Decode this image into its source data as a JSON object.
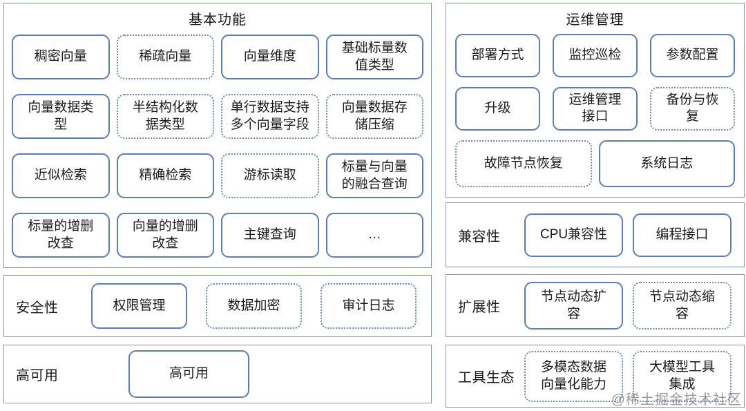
{
  "colors": {
    "panel_border": "#7c92bf",
    "box_border": "#5b7db8",
    "text": "#1b1b1d",
    "watermark": "#7d7d7d"
  },
  "watermark": "@稀土掘金技术社区",
  "left": {
    "basic": {
      "title": "基本功能",
      "items": [
        {
          "label": "稠密向量",
          "style": "solid"
        },
        {
          "label": "稀疏向量",
          "style": "dotted"
        },
        {
          "label": "向量维度",
          "style": "solid"
        },
        {
          "label": "基础标量数\n值类型",
          "style": "solid"
        },
        {
          "label": "向量数据类\n型",
          "style": "solid"
        },
        {
          "label": "半结构化数\n据类型",
          "style": "dotted"
        },
        {
          "label": "单行数据支持\n多个向量字段",
          "style": "dotted"
        },
        {
          "label": "向量数据存\n储压缩",
          "style": "dotted"
        },
        {
          "label": "近似检索",
          "style": "solid"
        },
        {
          "label": "精确检索",
          "style": "solid"
        },
        {
          "label": "游标读取",
          "style": "dotted"
        },
        {
          "label": "标量与向量\n的融合查询",
          "style": "solid"
        },
        {
          "label": "标量的增删\n改查",
          "style": "solid"
        },
        {
          "label": "向量的增删\n改查",
          "style": "solid"
        },
        {
          "label": "主键查询",
          "style": "solid"
        },
        {
          "label": "…",
          "style": "solid"
        }
      ]
    },
    "security": {
      "label": "安全性",
      "items": [
        {
          "label": "权限管理",
          "style": "solid"
        },
        {
          "label": "数据加密",
          "style": "dotted"
        },
        {
          "label": "审计日志",
          "style": "dotted"
        }
      ]
    },
    "ha": {
      "label": "高可用",
      "items": [
        {
          "label": "高可用",
          "style": "solid"
        }
      ]
    }
  },
  "right": {
    "ops": {
      "title": "运维管理",
      "items": [
        {
          "label": "部署方式",
          "style": "solid"
        },
        {
          "label": "监控巡检",
          "style": "solid"
        },
        {
          "label": "参数配置",
          "style": "solid"
        },
        {
          "label": "升级",
          "style": "solid"
        },
        {
          "label": "运维管理\n接口",
          "style": "solid"
        },
        {
          "label": "备份与恢\n复",
          "style": "dotted"
        },
        {
          "label": "故障节点恢复",
          "style": "dotted"
        },
        {
          "label": "系统日志",
          "style": "solid"
        }
      ]
    },
    "compat": {
      "label": "兼容性",
      "items": [
        {
          "label": "CPU兼容性",
          "style": "solid"
        },
        {
          "label": "编程接口",
          "style": "solid"
        }
      ]
    },
    "scale": {
      "label": "扩展性",
      "items": [
        {
          "label": "节点动态扩\n容",
          "style": "solid"
        },
        {
          "label": "节点动态缩\n容",
          "style": "dotted"
        }
      ]
    },
    "eco": {
      "label": "工具生态",
      "items": [
        {
          "label": "多模态数据\n向量化能力",
          "style": "dotted"
        },
        {
          "label": "大模型工具\n集成",
          "style": "dotted"
        }
      ]
    }
  }
}
